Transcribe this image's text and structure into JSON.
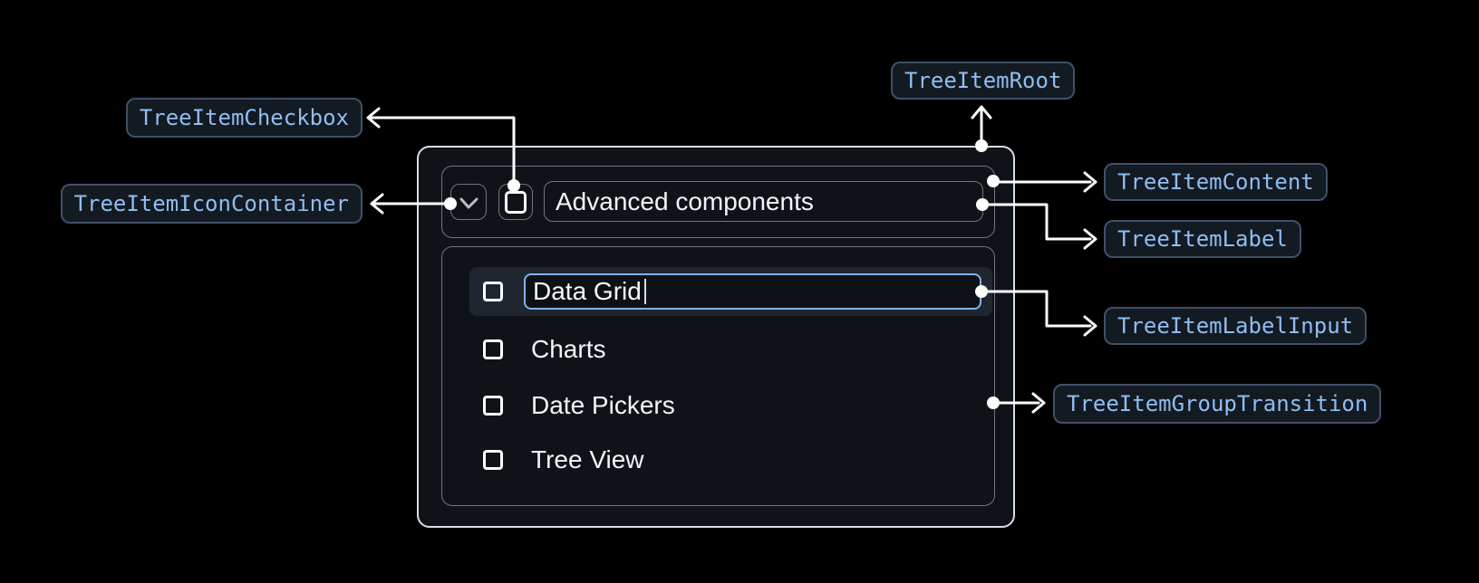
{
  "diagram": {
    "labels": {
      "checkbox": "TreeItemCheckbox",
      "icon_container": "TreeItemIconContainer",
      "root": "TreeItemRoot",
      "content": "TreeItemContent",
      "label": "TreeItemLabel",
      "label_input": "TreeItemLabelInput",
      "group_transition": "TreeItemGroupTransition"
    }
  },
  "tree": {
    "parent": {
      "label": "Advanced components",
      "expanded": true,
      "checked": false
    },
    "edit_item": {
      "input_value": "Data Grid",
      "editing": true,
      "checked": false
    },
    "children": [
      {
        "label": "Data Grid"
      },
      {
        "label": "Charts"
      },
      {
        "label": "Date Pickers"
      },
      {
        "label": "Tree View"
      }
    ]
  },
  "colors": {
    "page_background": "#000000",
    "surface": "#0f1318",
    "root_border": "#d9dee4",
    "inner_border": "#6e7682",
    "row_highlight": "#1f2630",
    "input_focus_border": "#7fb4ec",
    "text": "#f2f5f8",
    "pill_background": "#131a22",
    "pill_border": "#415069",
    "pill_text": "#90bdf0",
    "connector": "#ffffff"
  }
}
